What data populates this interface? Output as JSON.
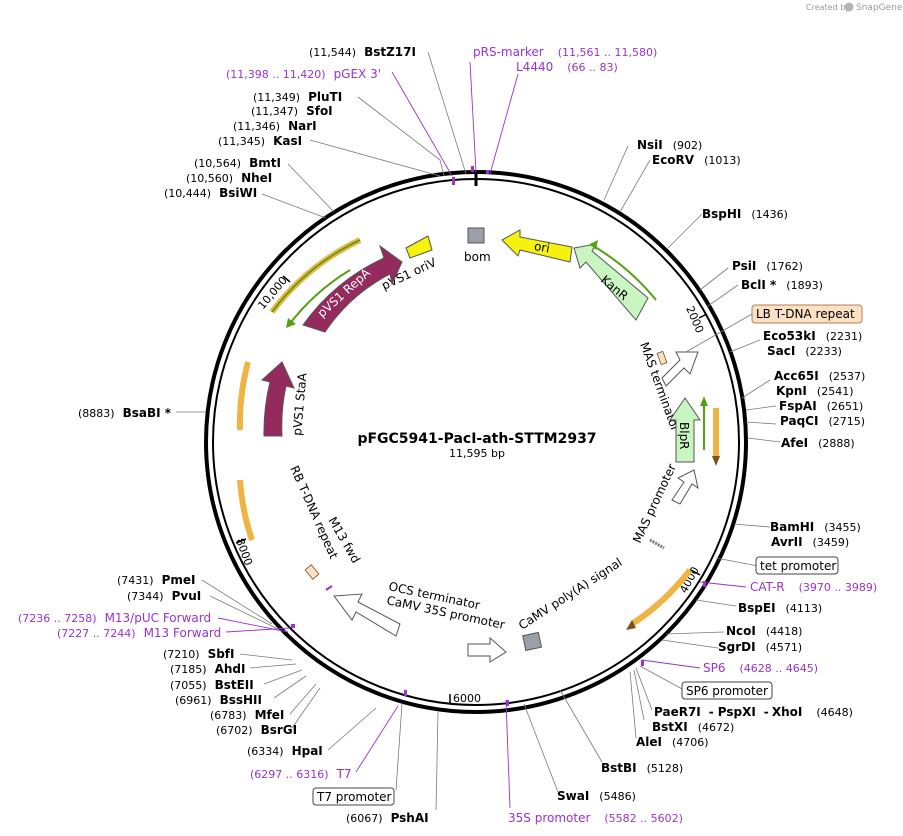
{
  "credit": {
    "created_by": "Created by",
    "brand": "SnapGene"
  },
  "plasmid": {
    "name": "pFGC5941-PacI-ath-STTM2937",
    "length_label": "11,595 bp"
  },
  "ticks": [
    "2000",
    "4000",
    "6000",
    "8000",
    "10,000"
  ],
  "enzymes": [
    {
      "name": "BstZ17I",
      "pos": "(11,544)"
    },
    {
      "name": "PluTI",
      "pos": "(11,349)"
    },
    {
      "name": "SfoI",
      "pos": "(11,347)"
    },
    {
      "name": "NarI",
      "pos": "(11,346)"
    },
    {
      "name": "KasI",
      "pos": "(11,345)"
    },
    {
      "name": "BmtI",
      "pos": "(10,564)"
    },
    {
      "name": "NheI",
      "pos": "(10,560)"
    },
    {
      "name": "BsiWI",
      "pos": "(10,444)"
    },
    {
      "name": "NsiI",
      "pos": "(902)"
    },
    {
      "name": "EcoRV",
      "pos": "(1013)"
    },
    {
      "name": "BspHI",
      "pos": "(1436)"
    },
    {
      "name": "PsiI",
      "pos": "(1762)"
    },
    {
      "name": "BclI *",
      "pos": "(1893)"
    },
    {
      "name": "Eco53kI",
      "pos": "(2231)"
    },
    {
      "name": "SacI",
      "pos": "(2233)"
    },
    {
      "name": "Acc65I",
      "pos": "(2537)"
    },
    {
      "name": "KpnI",
      "pos": "(2541)"
    },
    {
      "name": "FspAI",
      "pos": "(2651)"
    },
    {
      "name": "PaqCI",
      "pos": "(2715)"
    },
    {
      "name": "AfeI",
      "pos": "(2888)"
    },
    {
      "name": "BsaBI *",
      "pos": "(8883)"
    },
    {
      "name": "BamHI",
      "pos": "(3455)"
    },
    {
      "name": "AvrII",
      "pos": "(3459)"
    },
    {
      "name": "BspEI",
      "pos": "(4113)"
    },
    {
      "name": "NcoI",
      "pos": "(4418)"
    },
    {
      "name": "SgrDI",
      "pos": "(4571)"
    },
    {
      "name": "PaeR7I",
      "pos": ""
    },
    {
      "name": "PspXI",
      "pos": ""
    },
    {
      "name": "XhoI",
      "pos": "(4648)"
    },
    {
      "name": "BstXI",
      "pos": "(4672)"
    },
    {
      "name": "AleI",
      "pos": "(4706)"
    },
    {
      "name": "BstBI",
      "pos": "(5128)"
    },
    {
      "name": "SwaI",
      "pos": "(5486)"
    },
    {
      "name": "PshAI",
      "pos": "(6067)"
    },
    {
      "name": "PmeI",
      "pos": "(7431)"
    },
    {
      "name": "PvuI",
      "pos": "(7344)"
    },
    {
      "name": "SbfI",
      "pos": "(7210)"
    },
    {
      "name": "AhdI",
      "pos": "(7185)"
    },
    {
      "name": "BstEII",
      "pos": "(7055)"
    },
    {
      "name": "BssHII",
      "pos": "(6961)"
    },
    {
      "name": "MfeI",
      "pos": "(6783)"
    },
    {
      "name": "BsrGI",
      "pos": "(6702)"
    },
    {
      "name": "HpaI",
      "pos": "(6334)"
    }
  ],
  "primers": [
    {
      "name": "pRS-marker",
      "pos": "(11,561 .. 11,580)"
    },
    {
      "name": "L4440",
      "pos": "(66 .. 83)"
    },
    {
      "name": "pGEX 3'",
      "pos": "(11,398 .. 11,420)"
    },
    {
      "name": "CAT-R",
      "pos": "(3970 .. 3989)"
    },
    {
      "name": "SP6",
      "pos": "(4628 .. 4645)"
    },
    {
      "name": "M13/pUC Forward",
      "pos": "(7236 .. 7258)"
    },
    {
      "name": "M13 Forward",
      "pos": "(7227 .. 7244)"
    },
    {
      "name": "T7",
      "pos": "(6297 .. 6316)"
    },
    {
      "name": "35S promoter",
      "pos": "(5582 .. 5602)"
    }
  ],
  "boxed_features": {
    "lb_tdna": "LB T-DNA repeat",
    "tet_promoter": "tet promoter",
    "sp6_promoter": "SP6 promoter",
    "t7_promoter": "T7 promoter"
  },
  "features": {
    "bom": "bom",
    "ori": "ori",
    "kanr": "KanR",
    "pvs1_oriv": "pVS1 oriV",
    "pvs1_repa": "pVS1 RepA",
    "pvs1_staa": "pVS1 StaA",
    "mas_terminator": "MAS terminator",
    "blpr": "BlpR",
    "mas_promoter": "MAS promoter",
    "rb_tdna": "RB T-DNA repeat",
    "m13_fwd": "M13 fwd",
    "ocs_terminator": "OCS terminator",
    "camv_35s": "CaMV 35S promoter",
    "camv_polya": "CaMV poly(A) signal"
  },
  "colors": {
    "backbone": "#000000",
    "ori": "#f5f20c",
    "kanr": "#c8f5c0",
    "repa": "#952a5e",
    "orf": "#f0b445",
    "orf_inner": "#56a016",
    "primer": "#9a33cc",
    "misc_box": "#9aa0a8",
    "lb_box": "#fbe0c4"
  }
}
